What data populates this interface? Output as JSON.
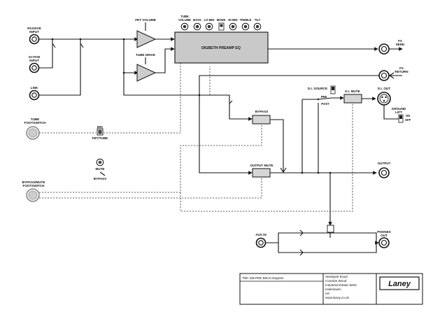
{
  "inputs": {
    "passive": [
      "PASSIVE",
      "INPUT"
    ],
    "active": [
      "ACTIVE",
      "INPUT"
    ],
    "link": "LINK"
  },
  "stages": {
    "fet_volume": "FET VOLUME",
    "tube_drive": "TUBE DRIVE",
    "preamp": "DIGBETH PREAMP EQ"
  },
  "knobs": [
    [
      "TUBE",
      "VOLUME"
    ],
    [
      "BASS"
    ],
    [
      "LO-MID"
    ],
    [
      "MODE"
    ],
    [
      "HI-MID"
    ],
    [
      "TREBLE"
    ],
    [
      "TILT"
    ]
  ],
  "outputs": {
    "fx_send": [
      "FX",
      "SEND"
    ],
    "fx_return": [
      "FX",
      "RETURN"
    ],
    "di_out": "D.I. OUT",
    "output": "OUTPUT",
    "phones_out": [
      "PHONES",
      "OUT"
    ],
    "aux_in": "AUX IN"
  },
  "controls": {
    "di_source": "D.I. SOURCE",
    "pre": "PRE",
    "post": "POST",
    "di_mute": "D.I. MUTE",
    "ground_lift": [
      "GROUND",
      "LIFT"
    ],
    "on": "ON",
    "off": "OFF",
    "bypass": "BYPASS",
    "output_mute": "OUTPUT MUTE",
    "mix": "MIX",
    "fet_tube": "FET/TUBE",
    "mute": "MUTE",
    "bypass_sw": "BYPASS"
  },
  "footswitches": {
    "tube": [
      "TUBE",
      "FOOTSWITCH"
    ],
    "bypass_mute": [
      "BYPASS/MUTE",
      "FOOTSWITCH"
    ]
  },
  "title_block": {
    "title": "Title: DB-PRE Block Diagram",
    "address": [
      "Steelpark Road",
      "Coombs Wood",
      "Industrial Estate West",
      "Halesowen",
      "UK",
      "www.laney.co.uk"
    ],
    "logo": "Laney"
  },
  "colors": {
    "preamp_fill": "#c9c9c9",
    "amp_fill": "#cdcdcd",
    "mute_fill": "#d6d6d6",
    "ink": "#111111"
  }
}
